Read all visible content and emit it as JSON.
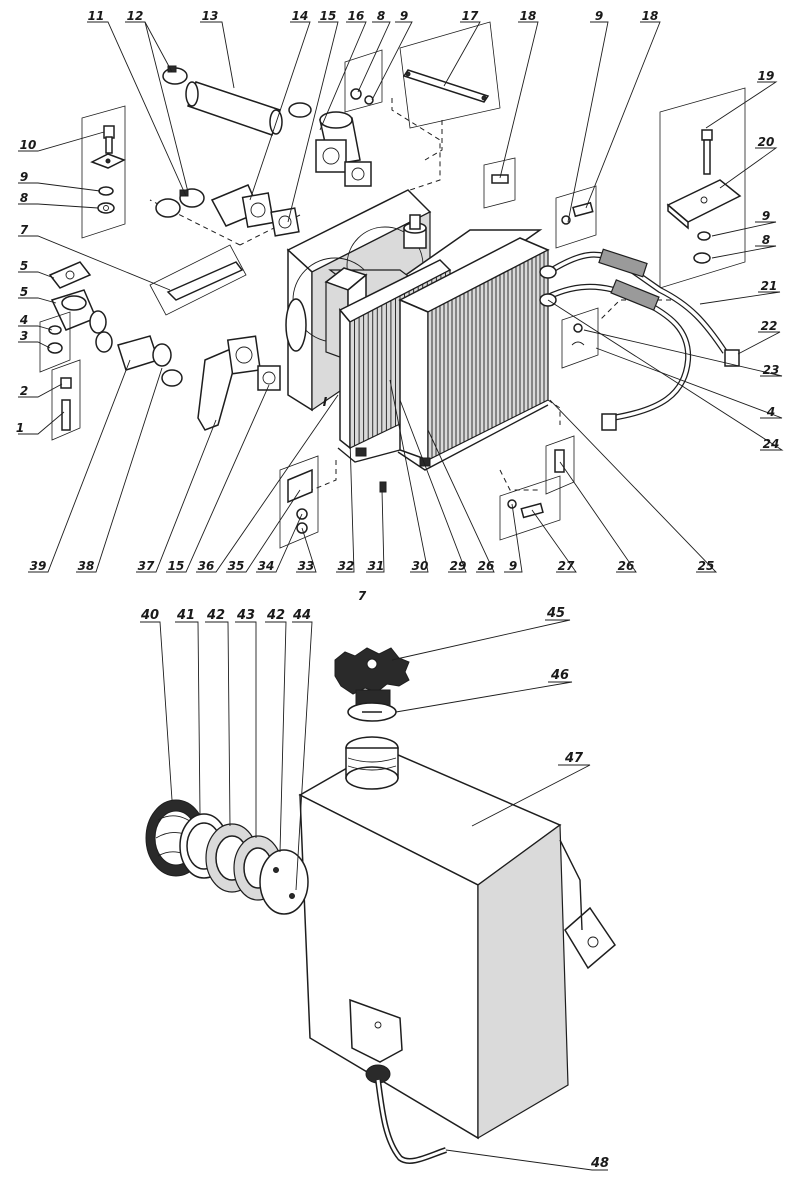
{
  "figure": {
    "section_label": "I",
    "labels": {
      "p1": "1",
      "p2": "2",
      "p3": "3",
      "p4a": "4",
      "p4b": "4",
      "p5a": "5",
      "p5b": "5",
      "p7": "7",
      "p8a": "8",
      "p8b": "8",
      "p8c": "8",
      "p9a": "9",
      "p9b": "9",
      "p9c": "9",
      "p9d": "9",
      "p9e": "9",
      "p10": "10",
      "p11": "11",
      "p12": "12",
      "p13": "13",
      "p14": "14",
      "p15a": "15",
      "p15b": "15",
      "p16": "16",
      "p17": "17",
      "p18a": "18",
      "p18b": "18",
      "p19": "19",
      "p20": "20",
      "p21": "21",
      "p22": "22",
      "p23": "23",
      "p24": "24",
      "p25": "25",
      "p26a": "26",
      "p26b": "26",
      "p27": "27",
      "p29": "29",
      "p30": "30",
      "p31": "31",
      "p32": "32",
      "p33": "33",
      "p34": "34",
      "p35": "35",
      "p36": "36",
      "p37": "37",
      "p38": "38",
      "p39": "39",
      "p40": "40",
      "p41": "41",
      "p42a": "42",
      "p42b": "42",
      "p43": "43",
      "p44": "44",
      "p45": "45",
      "p46": "46",
      "p47": "47",
      "p48": "48"
    }
  }
}
